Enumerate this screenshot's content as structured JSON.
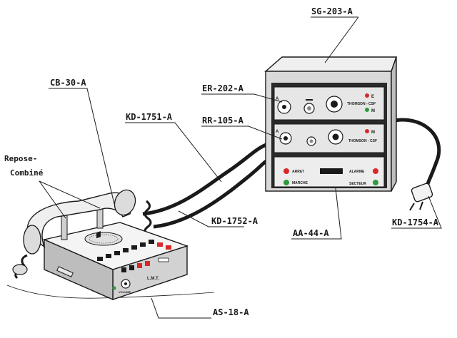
{
  "labels": {
    "sg203a": "SG-203-A",
    "er202a": "ER-202-A",
    "rr105a": "RR-105-A",
    "kd1751a": "KD-1751-A",
    "cb30a": "CB-30-A",
    "repose_line1": "Repose-",
    "repose_line2": "Combiné",
    "kd1752a": "KD-1752-A",
    "aa44a": "AA-44-A",
    "kd1754a": "KD-1754-A",
    "as18a": "AS-18-A"
  },
  "panel_text": {
    "thomson_top": "THOMSON - CSF",
    "thomson_mid": "THOMSON - CSF",
    "e_mark": "E",
    "m_mark": "M",
    "m_mark2": "M",
    "a_mark": "A",
    "a_mark2": "A",
    "arret": "ARRET",
    "marche": "MARCHE",
    "alarme": "ALARME",
    "secteur": "SECTEUR",
    "lmt": "L.M.T.",
    "volume": "VOLUME"
  },
  "colors": {
    "ink": "#1a1a1a",
    "cabinet_grey": "#d9d9d9",
    "panel_grey": "#e6e6e6",
    "indicator_red": "#d8282a",
    "indicator_green": "#2e9a3c"
  }
}
